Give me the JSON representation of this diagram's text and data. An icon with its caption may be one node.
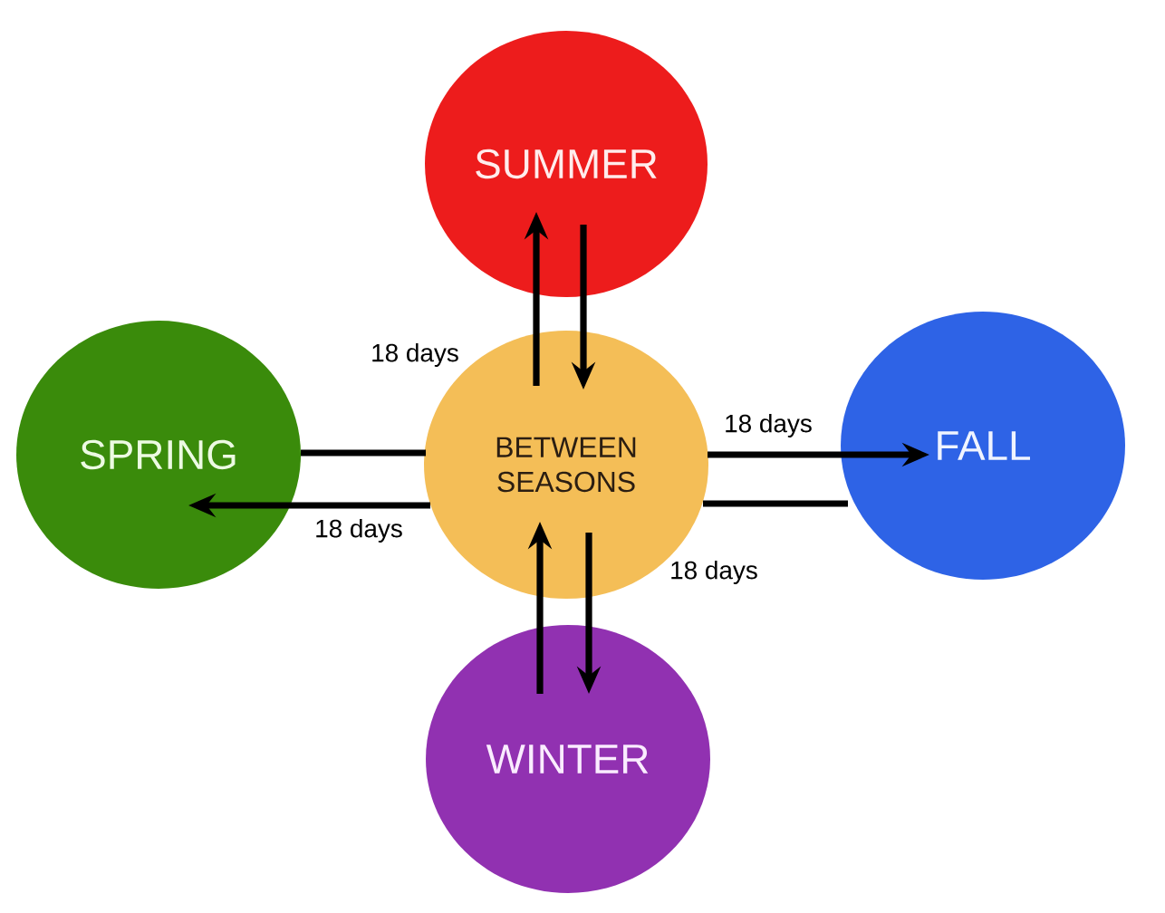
{
  "diagram": {
    "nodes": [
      {
        "text": [
          "SUMMER"
        ]
      },
      {
        "text": [
          "SPRING"
        ]
      },
      {
        "text": [
          "BETWEEN SEASONS"
        ]
      },
      {
        "text": [
          "FALL"
        ]
      },
      {
        "text": [
          "WINTER"
        ]
      }
    ],
    "edges": [
      {
        "from": 2,
        "to": 0,
        "arrow": "to",
        "label": "18 days"
      },
      {
        "from": 0,
        "to": 2,
        "arrow": "to"
      },
      {
        "from": 1,
        "to": 2,
        "arrow": "none"
      },
      {
        "from": 2,
        "to": 1,
        "arrow": "to",
        "label": "18 days"
      },
      {
        "from": 2,
        "to": 3,
        "arrow": "to",
        "label": "18 days"
      },
      {
        "from": 3,
        "to": 2,
        "arrow": "none"
      },
      {
        "from": 4,
        "to": 2,
        "arrow": "to"
      },
      {
        "from": 2,
        "to": 4,
        "arrow": "to",
        "label": "18 days"
      }
    ]
  }
}
